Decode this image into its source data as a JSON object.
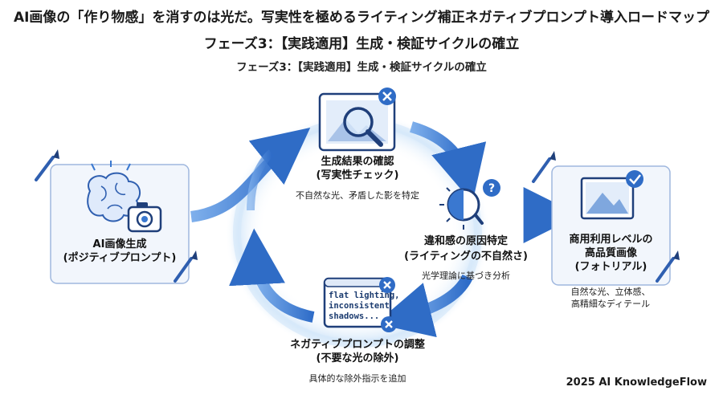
{
  "header": {
    "title": "AI画像の「作り物感」を消すのは光だ。写実性を極めるライティング補正ネガティブプロンプト導入ロードマップ",
    "phase_title": "フェーズ3：【実践適用】生成・検証サイクルの確立",
    "phase_subtitle": "フェーズ3：【実践適用】生成・検証サイクルの確立"
  },
  "nodes": {
    "generate": {
      "title": "AI画像生成",
      "subtitle": "(ポジティブプロンプト)"
    },
    "check": {
      "title": "生成結果の確認",
      "subtitle": "(写実性チェック)",
      "note": "不自然な光、矛盾した影を特定"
    },
    "identify": {
      "title": "違和感の原因特定",
      "subtitle": "(ライティングの不自然さ)",
      "note": "光学理論に基づき分析"
    },
    "adjust": {
      "title": "ネガティブプロンプトの調整",
      "subtitle": "(不要な光の除外)",
      "note": "具体的な除外指示を追加",
      "code_lines": [
        "flat lighting,",
        "inconsistent",
        "shadows..."
      ]
    },
    "output": {
      "title_line1": "商用利用レベルの",
      "title_line2": "高品質画像",
      "subtitle": "(フォトリアル)",
      "note_line1": "自然な光、立体感、",
      "note_line2": "高精細なディテール"
    }
  },
  "footer": {
    "credit": "2025 AI KnowledgeFlow"
  },
  "colors": {
    "accent": "#3a78d0",
    "dark_blue": "#1f4f9e",
    "panel_border": "#9fb7de",
    "panel_fill": "#f2f6fc"
  }
}
